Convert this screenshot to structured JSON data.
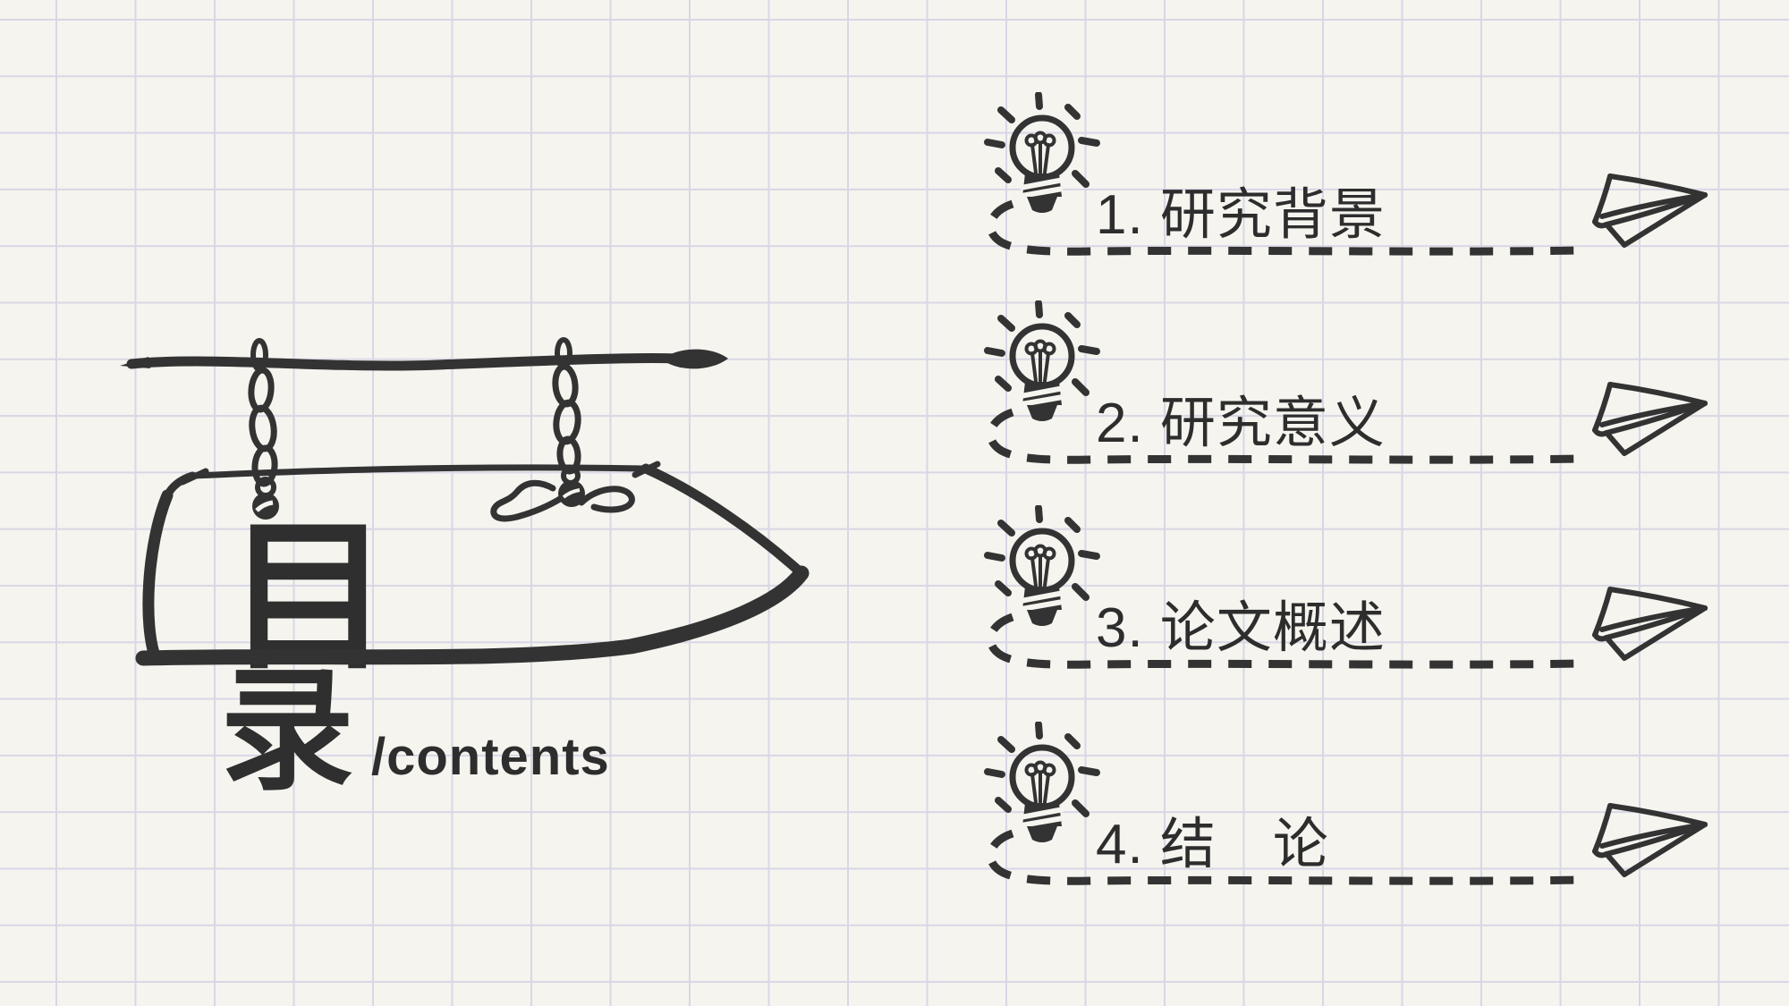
{
  "slide": {
    "background_color": "#f5f4ef",
    "grid_line_color": "#d9d6e6",
    "ink_color": "#333333",
    "text_color": "#2d2d2d",
    "style": "hand-drawn doodle on grid paper"
  },
  "title": {
    "char_primary": "目",
    "char_secondary": "录",
    "subtitle": "/contents",
    "decoration": "hanging-sign-arrow-doodle"
  },
  "toc": {
    "marker_icon": "lightbulb-doodle",
    "trailing_icon": "paper-plane-doodle",
    "connector_style": "dashed-line",
    "items": [
      {
        "label": "1. 研究背景"
      },
      {
        "label": "2. 研究意义"
      },
      {
        "label": "3. 论文概述"
      },
      {
        "label": "4. 结　论"
      }
    ]
  }
}
